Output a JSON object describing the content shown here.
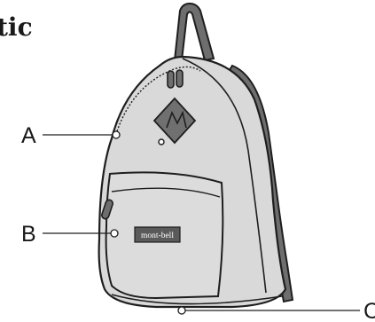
{
  "title_fragment": "tic",
  "logo": {
    "text": "mont-bell"
  },
  "callouts": [
    {
      "id": "A",
      "label": "A"
    },
    {
      "id": "B",
      "label": "B"
    },
    {
      "id": "C",
      "label": "C"
    }
  ],
  "colors": {
    "body": "#d9d9d9",
    "outline": "#1e1e1e",
    "strap": "#6e6e6e",
    "logo_patch": "#5a5a5a",
    "diamond_patch": "#707070"
  }
}
